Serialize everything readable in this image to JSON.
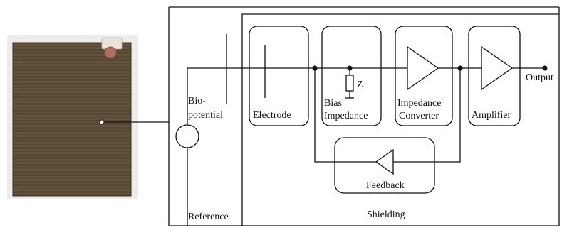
{
  "diagram": {
    "labels": {
      "bio": "Bio-",
      "potential": "potential",
      "reference": "Reference",
      "shielding": "Shielding",
      "electrode": "Electrode",
      "bias": "Bias",
      "impedance": "Impedance",
      "z": "Z",
      "impedance2": "Impedance",
      "converter": "Converter",
      "amplifier": "Amplifier",
      "output": "Output",
      "feedback": "Feedback"
    },
    "colors": {
      "line": "#111111",
      "fabric": "#5a4a36",
      "photo_bg": "#ececec"
    }
  }
}
